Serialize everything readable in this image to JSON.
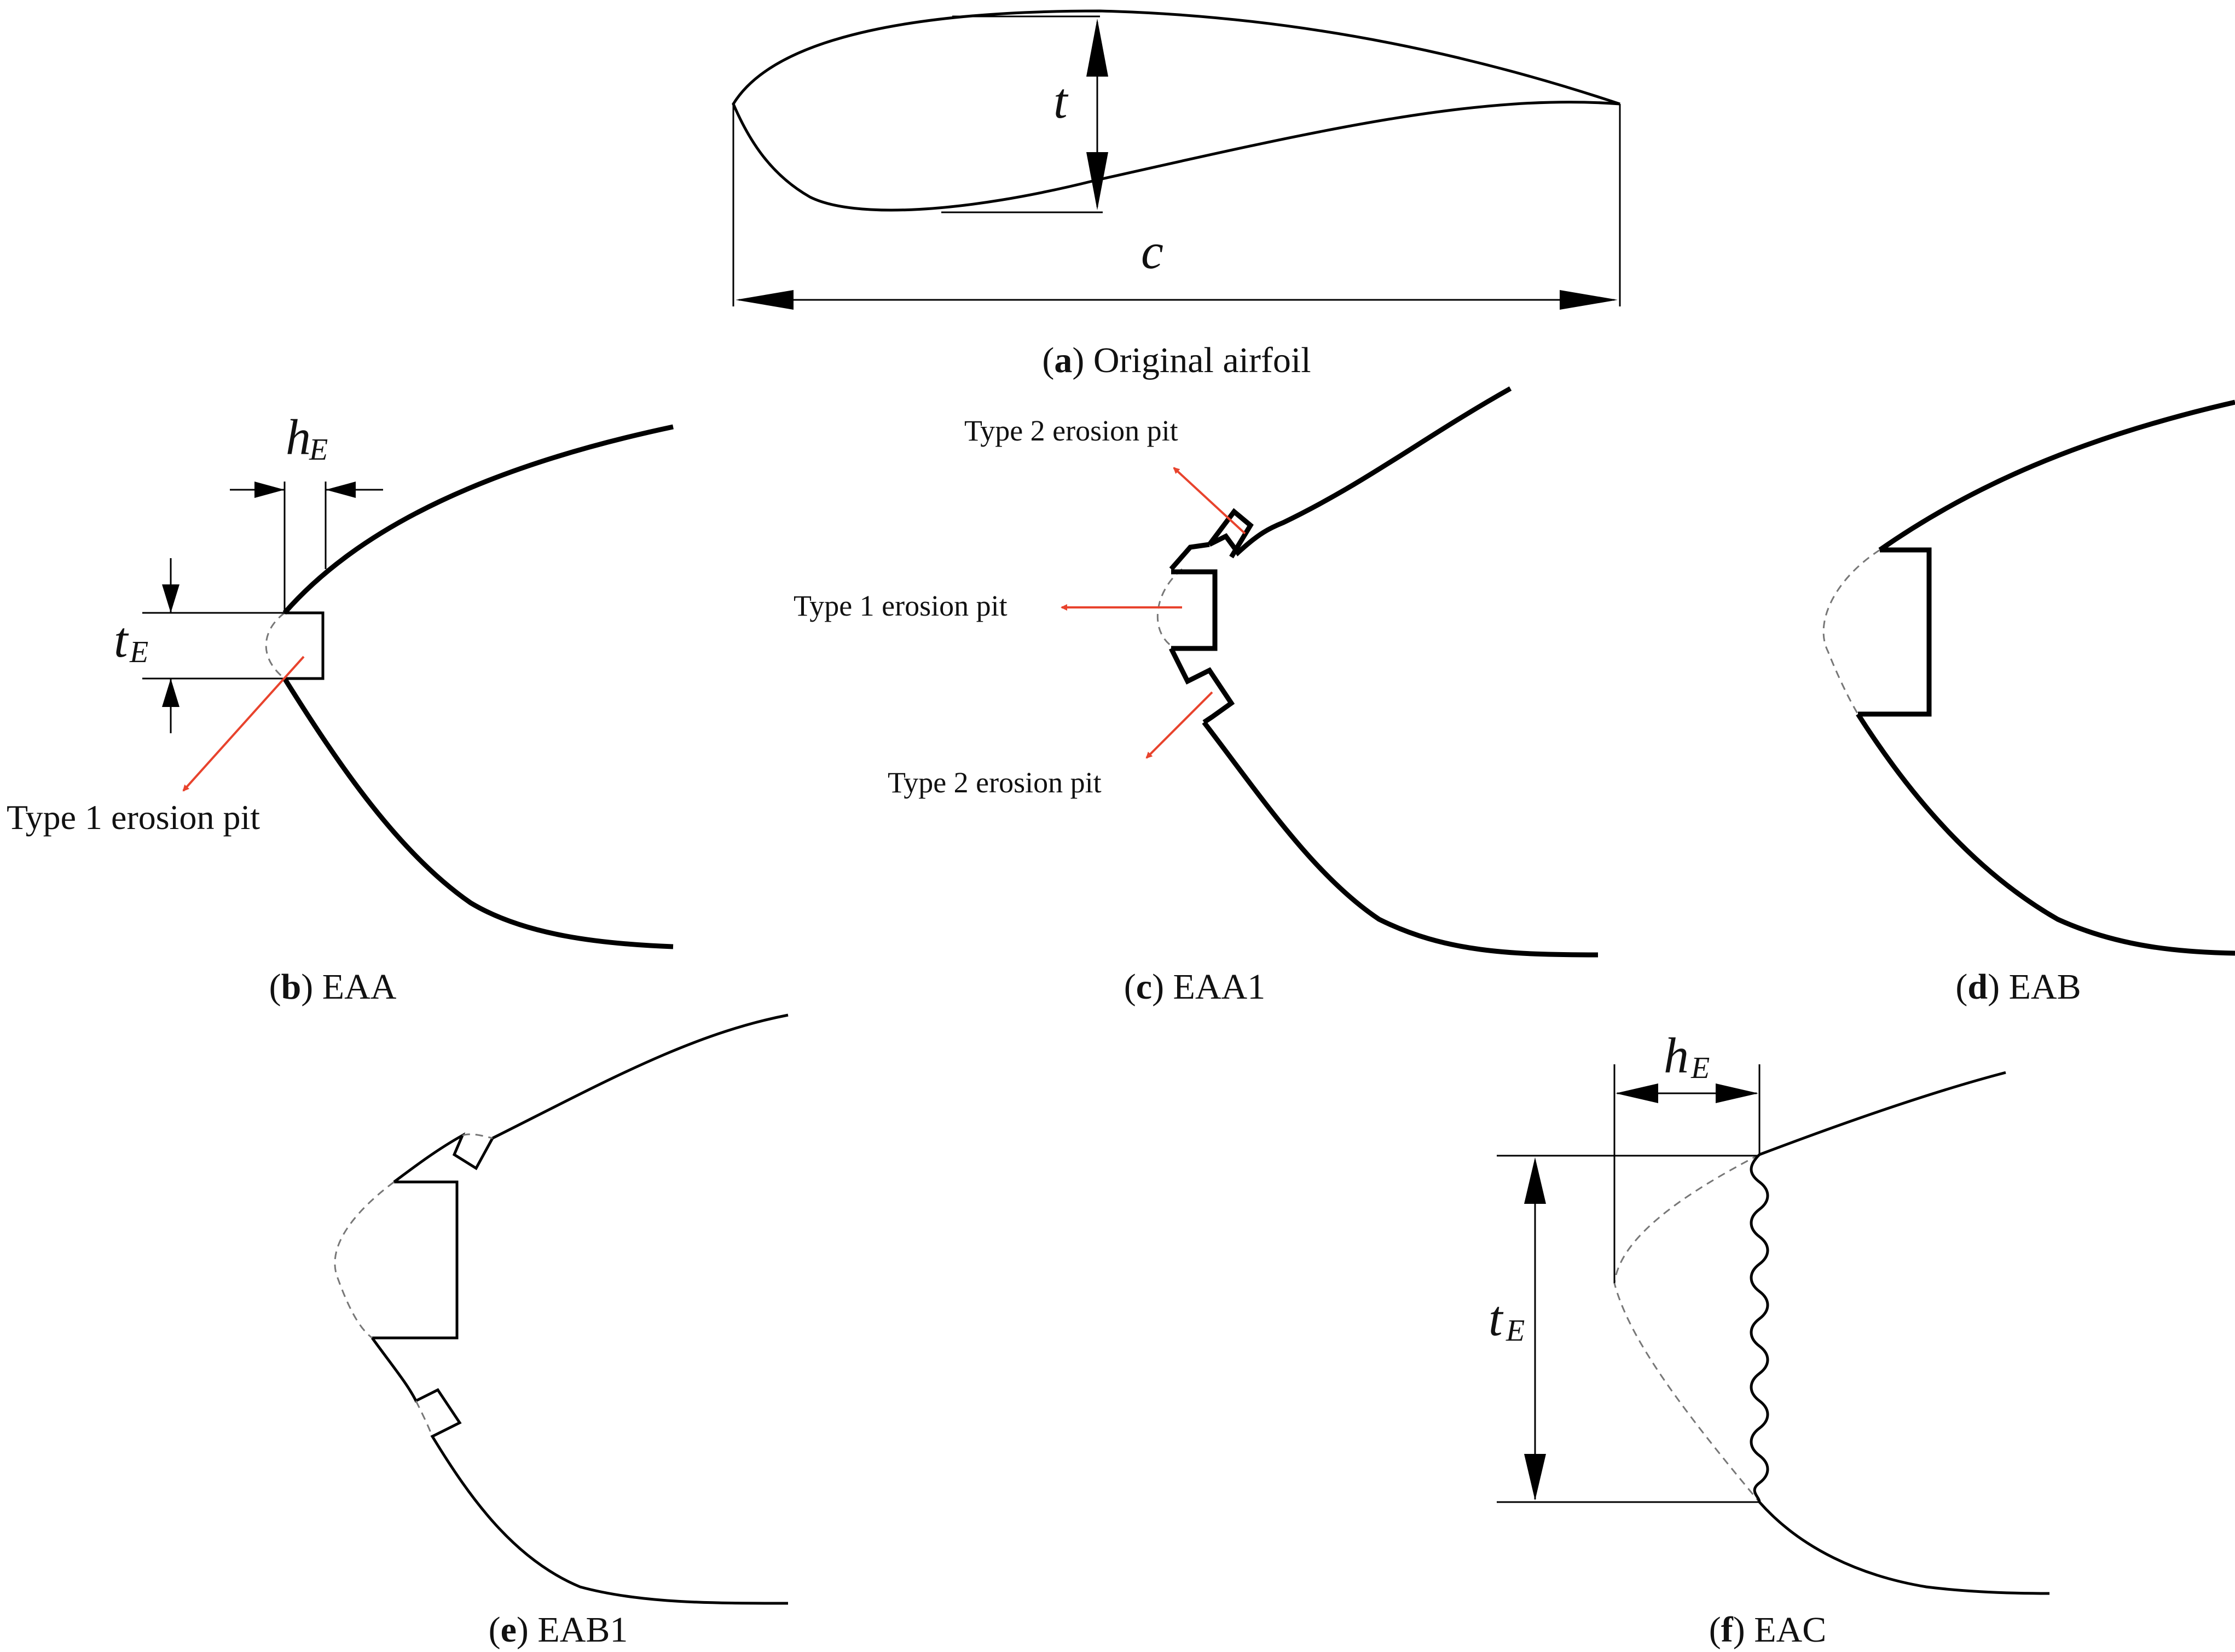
{
  "panels": {
    "a": {
      "letter": "a",
      "name": "Original airfoil",
      "t_label": "t",
      "c_label": "c"
    },
    "b": {
      "letter": "b",
      "name": "EAA",
      "h_label": "h",
      "h_sub": "E",
      "t_label": "t",
      "t_sub": "E",
      "annotation": "Type 1 erosion pit"
    },
    "c": {
      "letter": "c",
      "name": "EAA1",
      "annotation_top": "Type 2 erosion pit",
      "annotation_mid": "Type 1 erosion pit",
      "annotation_bottom": "Type 2 erosion pit"
    },
    "d": {
      "letter": "d",
      "name": "EAB"
    },
    "e": {
      "letter": "e",
      "name": "EAB1"
    },
    "f": {
      "letter": "f",
      "name": "EAC",
      "h_label": "h",
      "h_sub": "E",
      "t_label": "t",
      "t_sub": "E"
    }
  },
  "colors": {
    "annotation_arrow": "#e8432d",
    "line": "#000000",
    "dashed": "#777777"
  }
}
